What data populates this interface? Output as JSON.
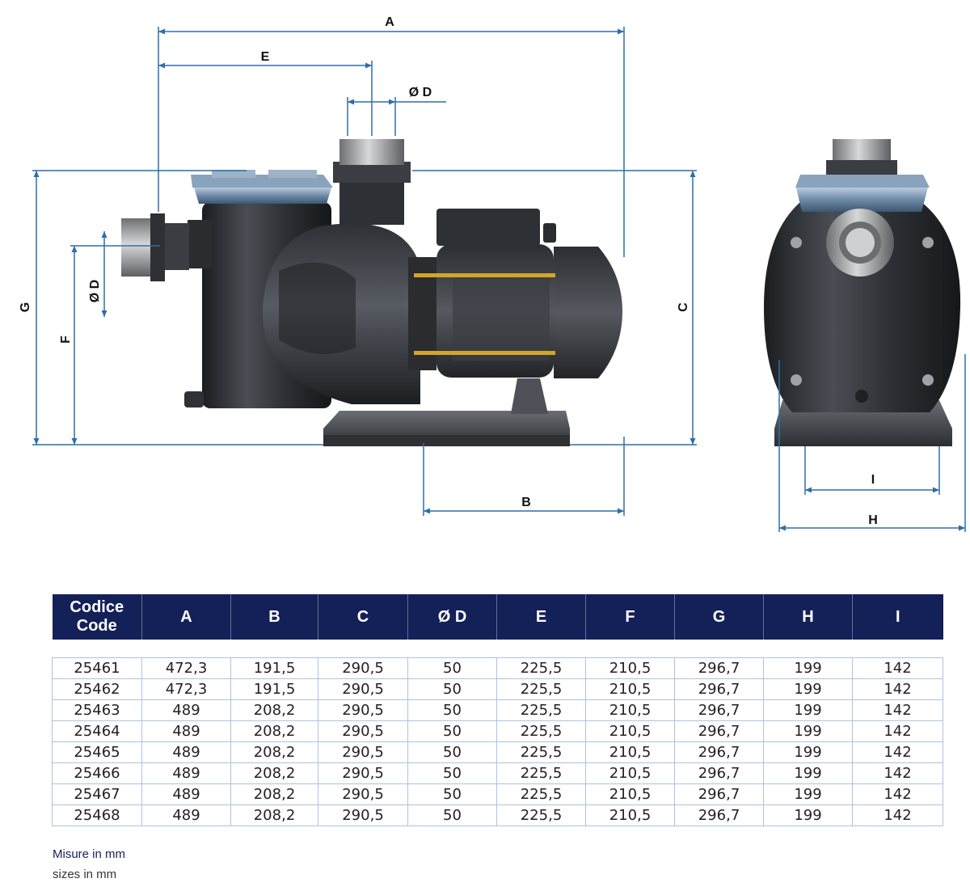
{
  "drawing": {
    "dimension_labels": {
      "A": "A",
      "B": "B",
      "C": "C",
      "D_top": "Ø D",
      "D_side": "Ø D",
      "E": "E",
      "F": "F",
      "G": "G",
      "H": "H",
      "I": "I"
    }
  },
  "table": {
    "headers": [
      "Codice\nCode",
      "A",
      "B",
      "C",
      "Ø D",
      "E",
      "F",
      "G",
      "H",
      "I"
    ],
    "rows": [
      [
        "25461",
        "472,3",
        "191,5",
        "290,5",
        "50",
        "225,5",
        "210,5",
        "296,7",
        "199",
        "142"
      ],
      [
        "25462",
        "472,3",
        "191,5",
        "290,5",
        "50",
        "225,5",
        "210,5",
        "296,7",
        "199",
        "142"
      ],
      [
        "25463",
        "489",
        "208,2",
        "290,5",
        "50",
        "225,5",
        "210,5",
        "296,7",
        "199",
        "142"
      ],
      [
        "25464",
        "489",
        "208,2",
        "290,5",
        "50",
        "225,5",
        "210,5",
        "296,7",
        "199",
        "142"
      ],
      [
        "25465",
        "489",
        "208,2",
        "290,5",
        "50",
        "225,5",
        "210,5",
        "296,7",
        "199",
        "142"
      ],
      [
        "25466",
        "489",
        "208,2",
        "290,5",
        "50",
        "225,5",
        "210,5",
        "296,7",
        "199",
        "142"
      ],
      [
        "25467",
        "489",
        "208,2",
        "290,5",
        "50",
        "225,5",
        "210,5",
        "296,7",
        "199",
        "142"
      ],
      [
        "25468",
        "489",
        "208,2",
        "290,5",
        "50",
        "225,5",
        "210,5",
        "296,7",
        "199",
        "142"
      ]
    ]
  },
  "notes": {
    "line1": "Misure in mm",
    "line2": "sizes in mm"
  },
  "colors": {
    "header_bg": "#142158",
    "cell_border": "#a9c4df",
    "dimension_line": "#2f6fa8",
    "pump_body": "#2a2d31",
    "lid_blue": "#6d8aa8",
    "tie_rod": "#d4a52a"
  }
}
